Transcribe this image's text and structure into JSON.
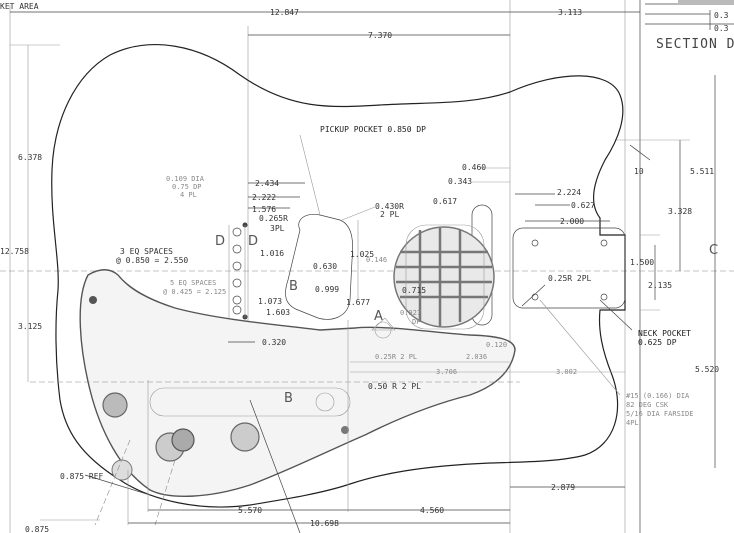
{
  "title_fragment": "KET AREA",
  "section_label": "SECTION D",
  "section_dims": [
    "0.3",
    "0.3"
  ],
  "letters": {
    "c": "C",
    "d1": "D",
    "d2": "D",
    "b1": "B",
    "b2": "B",
    "a": "A"
  },
  "dims": {
    "d12847": "12.847",
    "d3113": "3.113",
    "d7370": "7.370",
    "d6378": "6.378",
    "d12758": "12.758",
    "d3125": "3.125",
    "d5511": "5.511",
    "d3328": "3.328",
    "d5520": "5.520",
    "d0460": "0.460",
    "d0343": "0.343",
    "d0617": "0.617",
    "d2224": "2.224",
    "d0627": "0.627",
    "d2000": "2.000",
    "d1500": "1.500",
    "d2135": "2.135",
    "d2434": "2.434",
    "d2222": "2.222",
    "d1576": "1.576",
    "d0265": "0.265R",
    "d3pl": "3PL",
    "d0430": "0.430R",
    "d2pl": "2 PL",
    "d1025": "1.025",
    "d1016": "1.016",
    "d0630": "0.630",
    "d0146": "0.146",
    "d0999": "0.999",
    "d1677": "1.677",
    "d0715": "0.715",
    "d1073": "1.073",
    "d1603": "1.603",
    "d0320": "0.320",
    "d0120": "0.120",
    "d0927": "0.927",
    "ddp": "DP",
    "d025r2pl": "0.25R 2 PL",
    "d2036": "2.036",
    "d3706": "3.706",
    "d3002": "3.002",
    "d050r2pl": "0.50 R 2 PL",
    "d0875ref": "0.875 REF",
    "d0875": "0.875",
    "d5570": "5.570",
    "d10698": "10.698",
    "d4560": "4.560",
    "d2879": "2.879",
    "d10": "10",
    "d025r2pl_b": "0.25R 2PL"
  },
  "notes": {
    "pickup_pocket": "PICKUP POCKET 0.850 DP",
    "holes_l1": "0.109 DIA",
    "holes_l2": "0.75 DP",
    "holes_l3": "4 PL",
    "eq3_l1": "3 EQ SPACES",
    "eq3_l2": "@ 0.850 = 2.550",
    "eq5_l1": "5 EQ SPACES",
    "eq5_l2": "@ 0.425 = 2.125",
    "neck_l1": "NECK POCKET",
    "neck_l2": "0.625 DP",
    "screw_l1": "#15 (0.166) DIA",
    "screw_l2": "82 DEG CSK",
    "screw_l3": "5/16 DIA FARSIDE",
    "screw_l4": "4PL"
  }
}
